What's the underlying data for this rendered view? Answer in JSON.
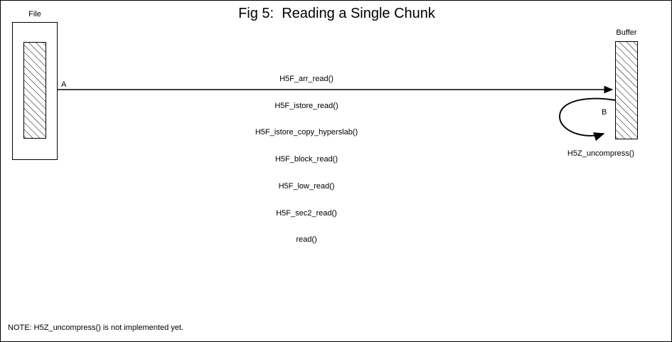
{
  "figure": {
    "title": "Fig 5:  Reading a Single Chunk",
    "note": "NOTE: H5Z_uncompress() is not implemented yet.",
    "colors": {
      "stroke": "#000000",
      "background": "#ffffff",
      "hatch": "#000000"
    }
  },
  "nodes": {
    "file": {
      "label": "File",
      "hatched": true
    },
    "buffer": {
      "label": "Buffer",
      "hatched": true
    }
  },
  "markers": {
    "a": "A",
    "b": "B"
  },
  "edges": {
    "read_path": {
      "from": "file",
      "to": "buffer",
      "marker": "A",
      "calls": [
        "H5F_arr_read()",
        "H5F_istore_read()",
        "H5F_istore_copy_hyperslab()",
        "H5F_block_read()",
        "H5F_low_read()",
        "H5F_sec2_read()",
        "read()"
      ]
    },
    "uncompress_loop": {
      "from": "buffer",
      "to": "buffer",
      "marker": "B",
      "label": "H5Z_uncompress()"
    }
  }
}
